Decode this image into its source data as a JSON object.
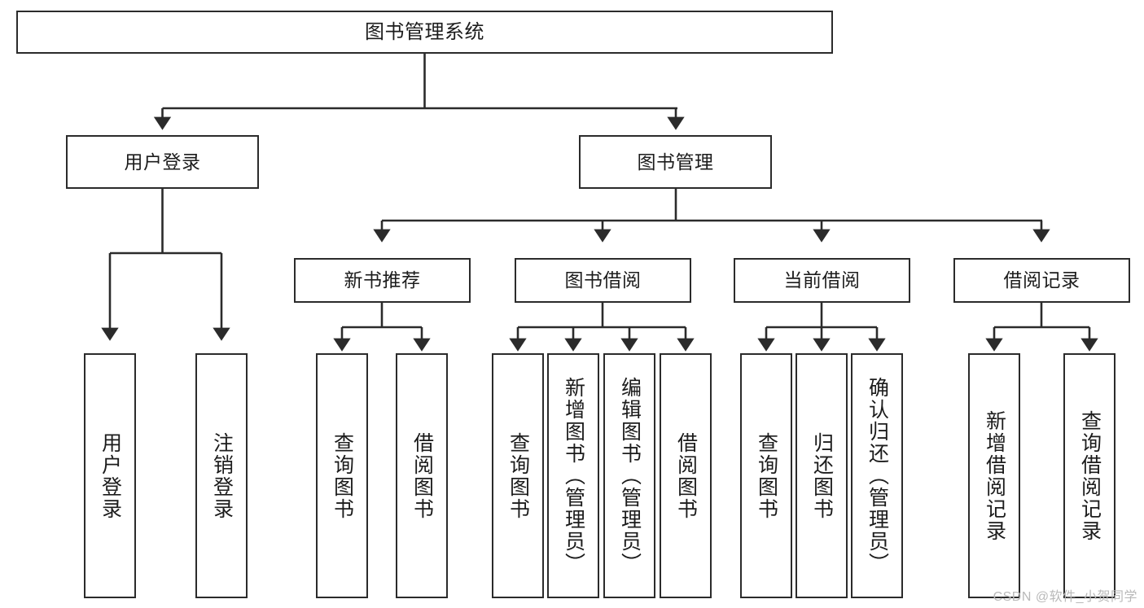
{
  "diagram": {
    "title": "图书管理系统",
    "type": "tree-hierarchy-chart",
    "watermark": "CSDN @软件_小贺同学",
    "colors": {
      "box_border": "#2b2b2b",
      "box_fill": "#ffffff",
      "connector": "#2b2b2b",
      "text": "#1c1c1c",
      "watermark": "#b9b9b9"
    },
    "nodes": {
      "root": {
        "label": "图书管理系统"
      },
      "level2": [
        {
          "id": "user-login",
          "label": "用户登录"
        },
        {
          "id": "book-manage",
          "label": "图书管理"
        }
      ],
      "level3": [
        {
          "id": "new-book-recommend",
          "label": "新书推荐"
        },
        {
          "id": "book-borrow",
          "label": "图书借阅"
        },
        {
          "id": "current-borrow",
          "label": "当前借阅"
        },
        {
          "id": "borrow-record",
          "label": "借阅记录"
        }
      ],
      "leaves": {
        "user-login": [
          {
            "id": "leaf-user-login",
            "label": "用户登录"
          },
          {
            "id": "leaf-logout-login",
            "label": "注销登录"
          }
        ],
        "new-book-recommend": [
          {
            "id": "leaf-query-book-1",
            "label": "查询图书"
          },
          {
            "id": "leaf-borrow-book-1",
            "label": "借阅图书"
          }
        ],
        "book-borrow": [
          {
            "id": "leaf-query-book-2",
            "label": "查询图书"
          },
          {
            "id": "leaf-add-book",
            "label": "新增图书（管理员）"
          },
          {
            "id": "leaf-edit-book",
            "label": "编辑图书（管理员）"
          },
          {
            "id": "leaf-borrow-book-2",
            "label": "借阅图书"
          }
        ],
        "current-borrow": [
          {
            "id": "leaf-query-book-3",
            "label": "查询图书"
          },
          {
            "id": "leaf-return-book",
            "label": "归还图书"
          },
          {
            "id": "leaf-confirm-return",
            "label": "确认归还（管理员）"
          }
        ],
        "borrow-record": [
          {
            "id": "leaf-add-record",
            "label": "新增借阅记录"
          },
          {
            "id": "leaf-query-record",
            "label": "查询借阅记录"
          }
        ]
      }
    }
  }
}
